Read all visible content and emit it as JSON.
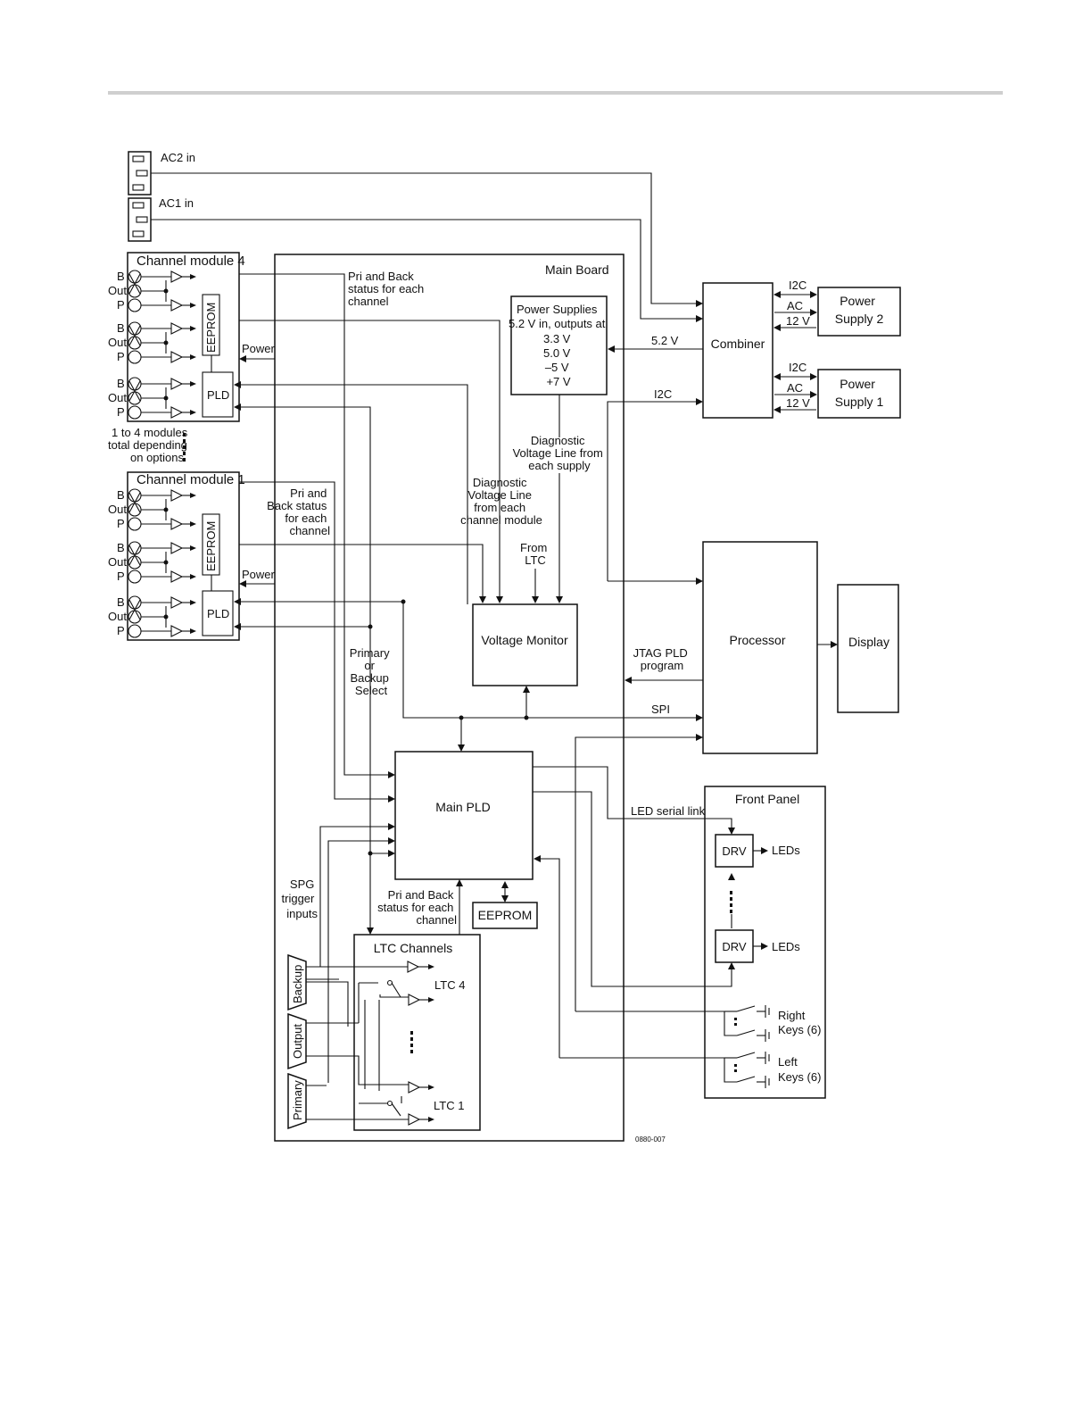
{
  "labels": {
    "ac2_in": "AC2 in",
    "ac1_in": "AC1 in",
    "channel_module_4": "Channel module 4",
    "channel_module_1": "Channel module 1",
    "port_b": "B",
    "port_out": "Out",
    "port_p": "P",
    "eeprom": "EEPROM",
    "pld": "PLD",
    "power": "Power",
    "modules_note": [
      "1 to 4 modules",
      "total depending",
      "on options"
    ],
    "main_board": "Main Board",
    "pri_back_status_top": [
      "Pri and Back",
      "status for each",
      "channel"
    ],
    "pri_back_status_mid": [
      "Pri and",
      "Back status",
      "for each",
      "channel"
    ],
    "pri_back_status_bottom": [
      "Pri and Back",
      "status for each",
      "channel"
    ],
    "power_supplies": [
      "Power Supplies",
      "5.2 V in, outputs at",
      "3.3 V",
      "5.0 V",
      "–5 V",
      "+7 V"
    ],
    "diag_supply": [
      "Diagnostic",
      "Voltage Line from",
      "each supply"
    ],
    "diag_channel": [
      "Diagnostic",
      "Voltage Line",
      "from each",
      "channel module"
    ],
    "from_ltc": [
      "From",
      "LTC"
    ],
    "voltage_monitor": "Voltage Monitor",
    "primary_backup_select": [
      "Primary",
      "or",
      "Backup",
      "Select"
    ],
    "main_pld": "Main PLD",
    "spg_trigger": [
      "SPG",
      "trigger",
      "inputs"
    ],
    "ltc_channels": "LTC Channels",
    "ltc4": "LTC 4",
    "ltc1": "LTC 1",
    "backup": "Backup",
    "output": "Output",
    "primary": "Primary",
    "combiner": "Combiner",
    "i2c": "I2C",
    "ac": "AC",
    "v12": "12 V",
    "v52": "5.2 V",
    "power_supply_2": [
      "Power",
      "Supply 2"
    ],
    "power_supply_1": [
      "Power",
      "Supply 1"
    ],
    "processor": "Processor",
    "display": "Display",
    "jtag": [
      "JTAG PLD",
      "program"
    ],
    "spi": "SPI",
    "led_serial_link": "LED serial link",
    "front_panel": "Front Panel",
    "drv": "DRV",
    "leds": "LEDs",
    "right_keys": [
      "Right",
      "Keys (6)"
    ],
    "left_keys": [
      "Left",
      "Keys (6)"
    ],
    "figure_id": "0880-007"
  }
}
